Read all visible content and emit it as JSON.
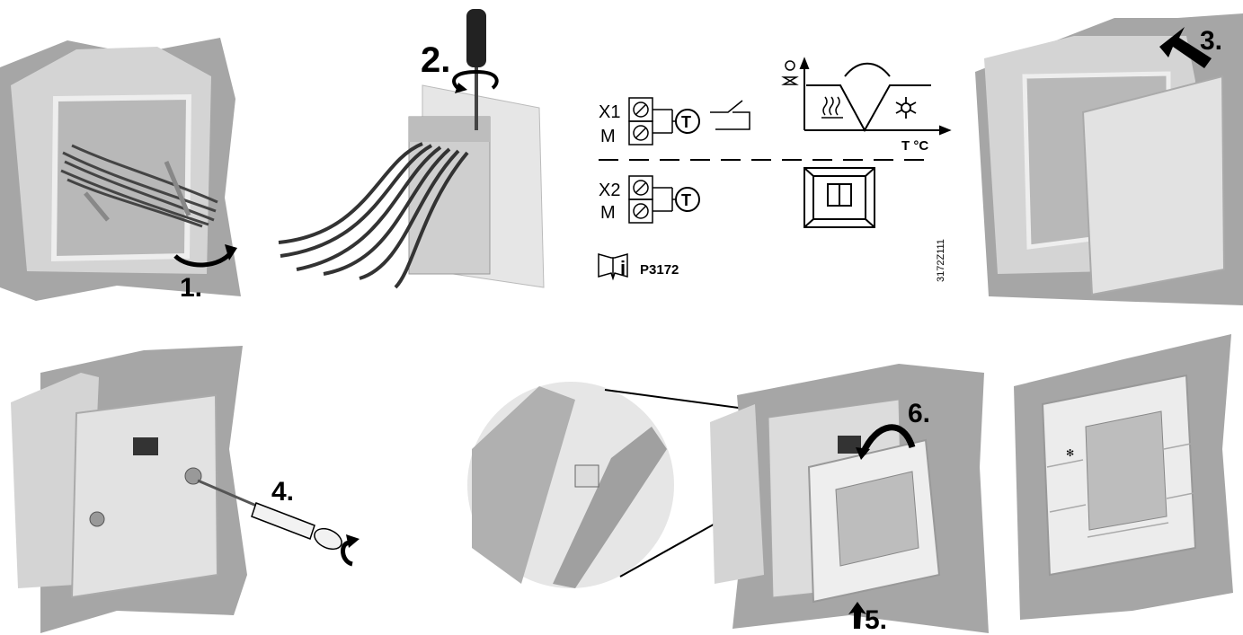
{
  "steps": {
    "s1": "1.",
    "s2": "2.",
    "s3": "3.",
    "s4": "4.",
    "s5": "5.",
    "s6": "6."
  },
  "wiring": {
    "x1": "X1",
    "m1": "M",
    "x2": "X2",
    "m2": "M",
    "sensor1": "T",
    "sensor2": "T",
    "temp_axis": "T °C",
    "doc_ref": "P3172",
    "figure_code": "3172Z111"
  },
  "icons": {
    "info": "book-info-icon",
    "heating": "heating-waves-icon",
    "cooling": "snowflake-icon",
    "valve": "valve-icon",
    "switch": "window-contact-switch-icon",
    "room": "room-unit-icon"
  },
  "colors": {
    "wall": "#a6a6a6",
    "box": "#d9d9d9",
    "plate": "#e6e6e6",
    "line": "#000000"
  }
}
